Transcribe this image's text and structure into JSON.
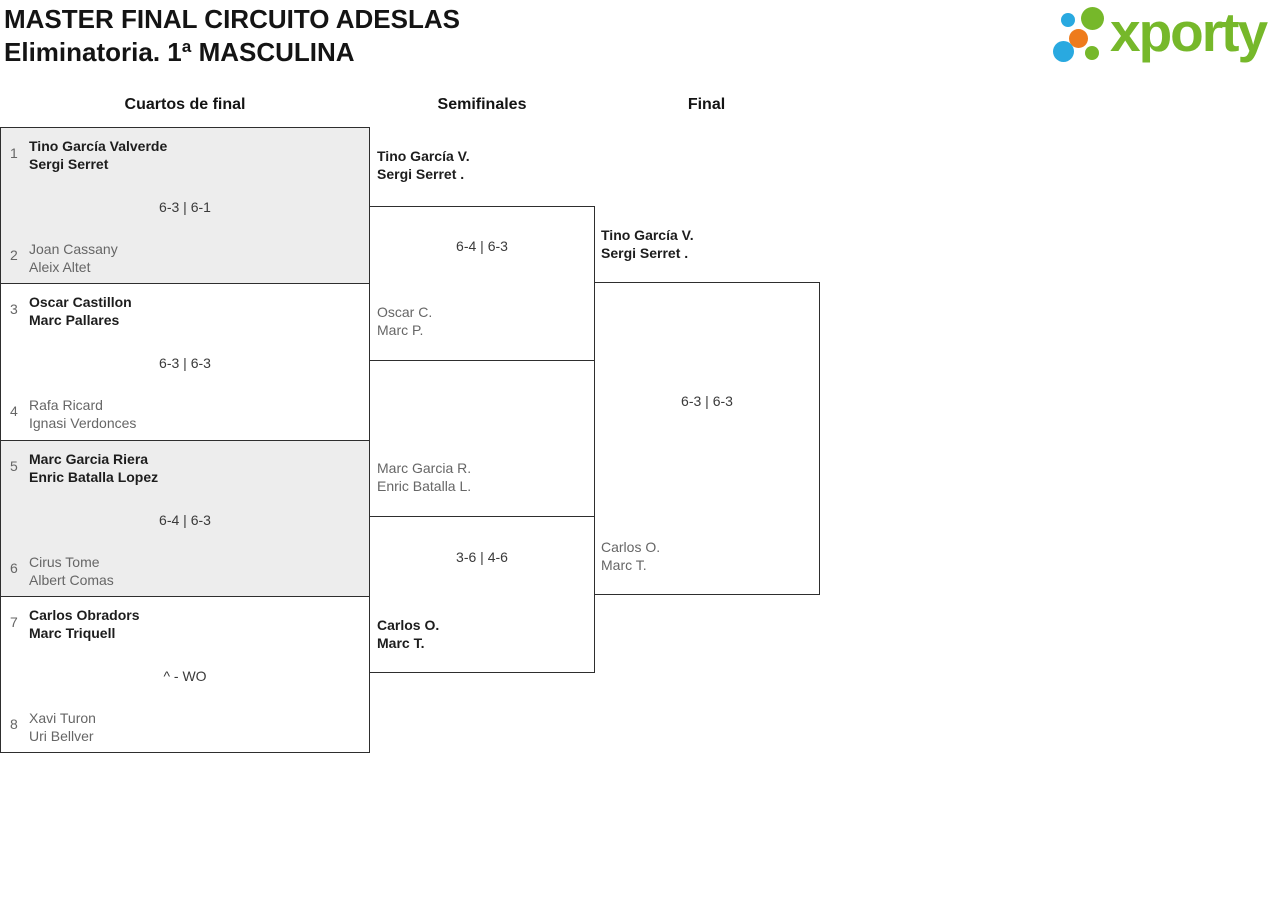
{
  "header": {
    "title_line1": "MASTER FINAL CIRCUITO ADESLAS",
    "title_line2": "Eliminatoria. 1ª MASCULINA",
    "logo_text": "xporty"
  },
  "colors": {
    "logo_green": "#76b82a",
    "logo_blue": "#29a9e0",
    "logo_orange": "#ee7b1c",
    "shaded_row_bg": "#ededed",
    "box_border": "#2e2e2e",
    "winner_text": "#1d1d1d",
    "loser_text": "#666666"
  },
  "columns": [
    "Cuartos de final",
    "Semifinales",
    "Final"
  ],
  "qf": [
    {
      "seed_a": "1",
      "a1": "Tino García Valverde",
      "a2": "Sergi Serret",
      "score": "6-3 | 6-1",
      "seed_b": "2",
      "b1": "Joan Cassany",
      "b2": "Aleix Altet"
    },
    {
      "seed_a": "3",
      "a1": "Oscar Castillon",
      "a2": "Marc Pallares",
      "score": "6-3 | 6-3",
      "seed_b": "4",
      "b1": "Rafa Ricard",
      "b2": "Ignasi Verdonces"
    },
    {
      "seed_a": "5",
      "a1": "Marc Garcia Riera",
      "a2": "Enric Batalla Lopez",
      "score": "6-4 | 6-3",
      "seed_b": "6",
      "b1": "Cirus Tome",
      "b2": "Albert Comas"
    },
    {
      "seed_a": "7",
      "a1": "Carlos Obradors",
      "a2": "Marc Triquell",
      "score": "^ - WO",
      "seed_b": "8",
      "b1": "Xavi Turon",
      "b2": "Uri Bellver"
    }
  ],
  "sf": [
    {
      "a1": "Tino García V.",
      "a2": "Sergi Serret .",
      "score": "6-4 | 6-3",
      "b1": "Oscar C.",
      "b2": "Marc P."
    },
    {
      "a1": "Marc Garcia R.",
      "a2": "Enric Batalla L.",
      "score": "3-6 | 4-6",
      "b1": "Carlos O.",
      "b2": "Marc T."
    }
  ],
  "final": {
    "a1": "Tino García V.",
    "a2": "Sergi Serret .",
    "score": "6-3 | 6-3",
    "b1": "Carlos O.",
    "b2": "Marc T."
  }
}
